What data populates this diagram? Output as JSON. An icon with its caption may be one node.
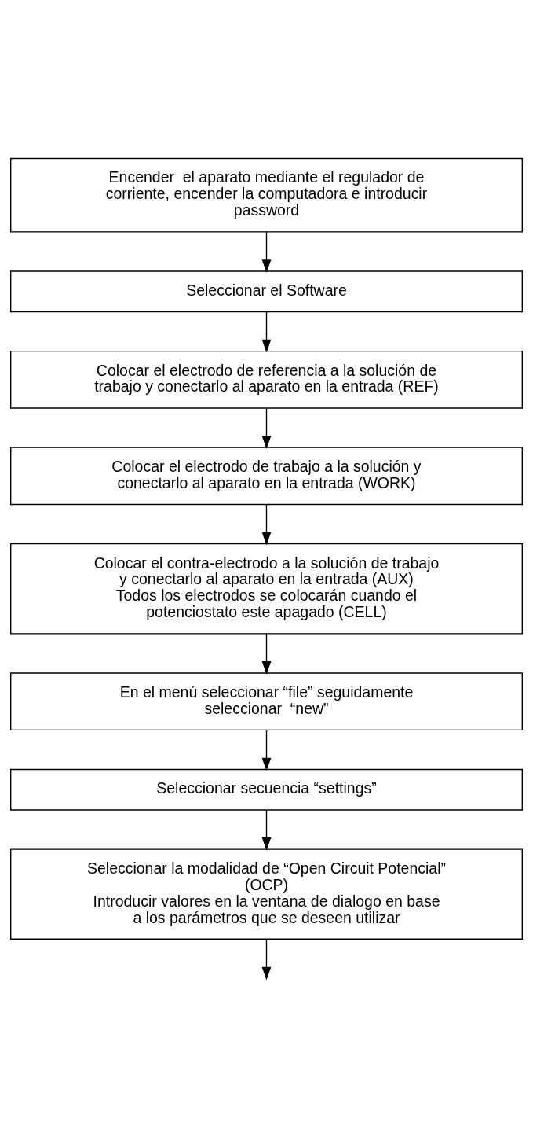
{
  "diagram": {
    "nodes": [
      {
        "text": [
          "Encender  el aparato mediante el regulador de corriente, encender la computadora e introducir password"
        ]
      },
      {
        "text": [
          "Seleccionar el Software"
        ]
      },
      {
        "text": [
          "Colocar el electrodo de referencia a la solución de trabajo y conectarlo al aparato en la entrada (REF)"
        ]
      },
      {
        "text": [
          "Colocar el electrodo de trabajo a la solución y conectarlo al aparato en la entrada (WORK)"
        ]
      },
      {
        "text": [
          "Colocar el contra-electrodo a la solución de trabajo y conectarlo al aparato en la entrada (AUX)",
          "Todos los electrodos se colocarán cuando el potenciostato este apagado (CELL)"
        ]
      },
      {
        "text": [
          "En el menú seleccionar “file” seguidamente seleccionar  “new”"
        ]
      },
      {
        "text": [
          "Seleccionar secuencia “settings”"
        ]
      },
      {
        "text": [
          "Seleccionar la modalidad de “Open Circuit Potencial” (OCP)",
          "Introducir valores en la ventana de dialogo en base a los parámetros que se deseen utilizar"
        ]
      }
    ],
    "edges": [
      {
        "from": 0,
        "to": 1,
        "arrow": "to"
      },
      {
        "from": 1,
        "to": 2,
        "arrow": "to"
      },
      {
        "from": 2,
        "to": 3,
        "arrow": "to"
      },
      {
        "from": 3,
        "to": 4,
        "arrow": "to"
      },
      {
        "from": 4,
        "to": 5,
        "arrow": "to"
      },
      {
        "from": 5,
        "to": 6,
        "arrow": "to"
      },
      {
        "from": 6,
        "to": 7,
        "arrow": "to"
      },
      {
        "from": 7,
        "to": null,
        "arrow": "to"
      }
    ]
  }
}
